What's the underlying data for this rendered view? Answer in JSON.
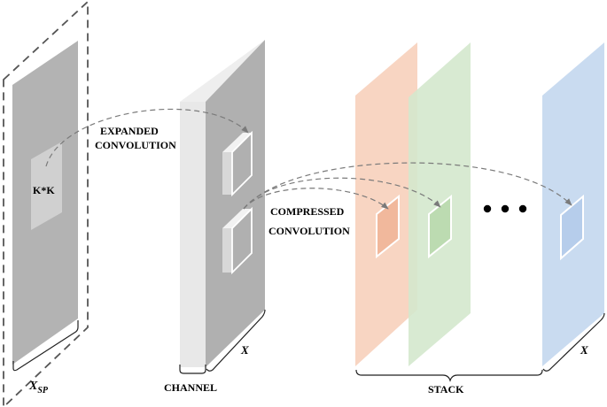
{
  "labels": {
    "kernel": "K*K",
    "expanded_line1": "EXPANDED",
    "expanded_line2": "CONVOLUTION",
    "compressed_line1": "COMPRESSED",
    "compressed_line2": "CONVOLUTION",
    "channel": "CHANNEL",
    "stack": "STACK",
    "x_channel": "X",
    "x_stack": "X",
    "xsp_main": "X",
    "xsp_sub": "SP"
  },
  "colors": {
    "gray_panel": "#b3b3b3",
    "gray_patch": "#d0d0d0",
    "channel_face": "#b0b0b0",
    "channel_side": "#e8e8e8",
    "orange_panel": "#f8d5c2",
    "green_panel": "#d4e8cd",
    "blue_panel": "#c9dbf0",
    "arrow": "#7a7a7a"
  }
}
